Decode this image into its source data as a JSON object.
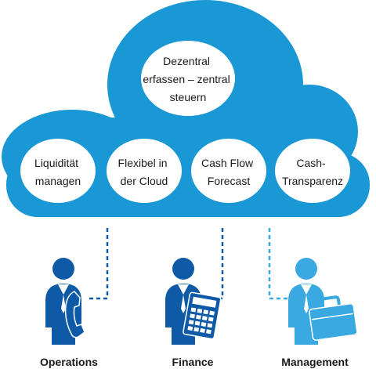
{
  "cloud": {
    "top_bubble": {
      "lines": [
        "Dezentral",
        "erfassen – zentral",
        "steuern"
      ]
    },
    "bubbles": [
      {
        "lines": [
          "Liquidität",
          "managen"
        ]
      },
      {
        "lines": [
          "Flexibel in",
          "der Cloud"
        ]
      },
      {
        "lines": [
          "Cash Flow",
          "Forecast"
        ]
      },
      {
        "lines": [
          "Cash-",
          "Transparenz"
        ]
      }
    ]
  },
  "roles": [
    {
      "label": "Operations",
      "icon": "person-phone-icon"
    },
    {
      "label": "Finance",
      "icon": "person-calculator-icon"
    },
    {
      "label": "Management",
      "icon": "person-briefcase-icon"
    }
  ],
  "colors": {
    "cloud_blue": "#1a97d5",
    "dark_blue": "#0e5aa7",
    "light_blue": "#3ba9e1"
  }
}
